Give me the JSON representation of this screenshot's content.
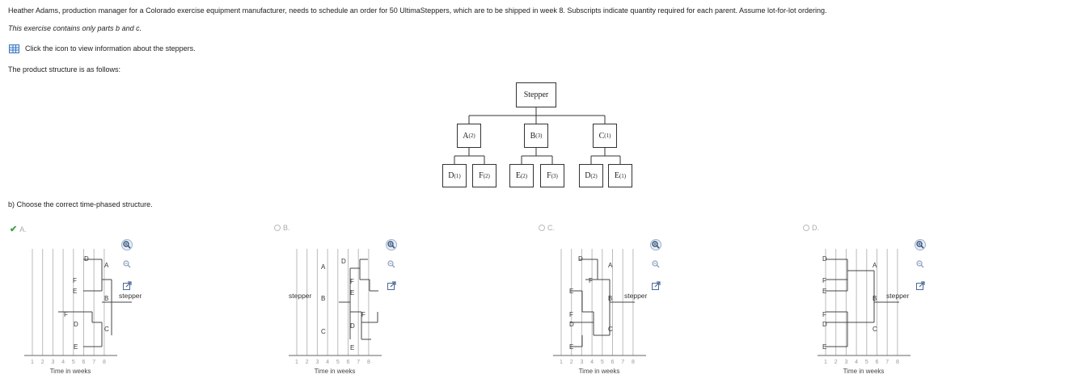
{
  "header": {
    "problem": "Heather Adams, production manager for a Colorado exercise equipment manufacturer, needs to schedule an order for 50 UltimaSteppers, which are to be shipped in week 8. Subscripts indicate quantity required for each parent. Assume lot-for-lot ordering.",
    "note": "This exercise contains only parts b and c.",
    "icon_text": "Click the icon to view information about the steppers.",
    "structure_intro": "The product structure is as follows:"
  },
  "tree": {
    "root": "Stepper",
    "level1": [
      {
        "letter": "A",
        "qty": "(2)"
      },
      {
        "letter": "B",
        "qty": "(3)"
      },
      {
        "letter": "C",
        "qty": "(1)"
      }
    ],
    "level2": [
      {
        "letter": "D",
        "qty": "(1)"
      },
      {
        "letter": "F",
        "qty": "(2)"
      },
      {
        "letter": "E",
        "qty": "(2)"
      },
      {
        "letter": "F",
        "qty": "(3)"
      },
      {
        "letter": "D",
        "qty": "(2)"
      },
      {
        "letter": "E",
        "qty": "(1)"
      }
    ]
  },
  "question": "b) Choose the correct time-phased structure.",
  "options": [
    {
      "label": "A.",
      "selected": true
    },
    {
      "label": "B.",
      "selected": false
    },
    {
      "label": "C.",
      "selected": false
    },
    {
      "label": "D.",
      "selected": false
    }
  ],
  "chart_common": {
    "xlabel": "Time in weeks",
    "ticks": [
      "1",
      "2",
      "3",
      "4",
      "5",
      "6",
      "7",
      "8"
    ],
    "stepper": "stepper"
  },
  "icons": {
    "info": "table-icon",
    "zoom_in": "zoom-in-icon",
    "zoom_out": "zoom-out-icon",
    "popout": "popout-icon"
  }
}
